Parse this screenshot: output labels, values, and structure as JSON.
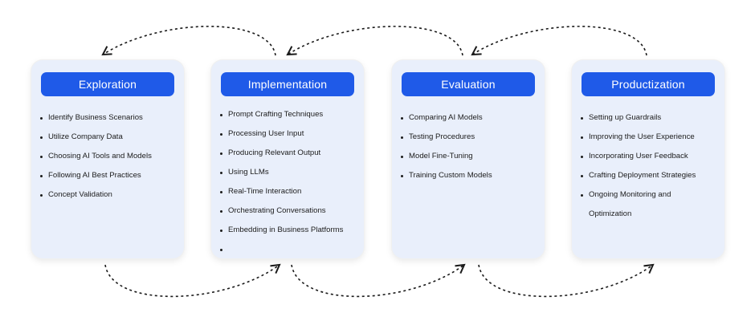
{
  "title": "",
  "cards": [
    {
      "header": "Exploration",
      "items": [
        "Identify Business Scenarios",
        "Utilize Company Data",
        "Choosing AI Tools and Models",
        "Following AI Best Practices",
        "Concept Validation"
      ]
    },
    {
      "header": "Implementation",
      "items": [
        "Prompt Crafting Techniques",
        "Processing User Input",
        "Producing Relevant Output",
        "Using LLMs",
        "Real-Time Interaction",
        "Orchestrating Conversations",
        "Embedding in Business Platforms",
        ""
      ]
    },
    {
      "header": "Evaluation",
      "items": [
        "Comparing AI Models",
        "Testing Procedures",
        "Model Fine-Tuning",
        "Training Custom Models"
      ]
    },
    {
      "header": "Productization",
      "items": [
        "Setting up Guardrails",
        "Improving the User Experience",
        "Incorporating User Feedback",
        "Crafting Deployment Strategies",
        "Ongoing Monitoring and",
        "Optimization"
      ]
    }
  ],
  "colors": {
    "header_bg": "#1f5ae8",
    "card_bg": "#e9effb",
    "arrow": "#1a1a1a"
  },
  "connectors": {
    "top": [
      "return-arrow-implementation-to-exploration",
      "return-arrow-evaluation-to-implementation",
      "return-arrow-productization-to-evaluation"
    ],
    "bottom": [
      "forward-arrow-exploration-to-implementation",
      "forward-arrow-implementation-to-evaluation",
      "forward-arrow-evaluation-to-productization"
    ]
  }
}
